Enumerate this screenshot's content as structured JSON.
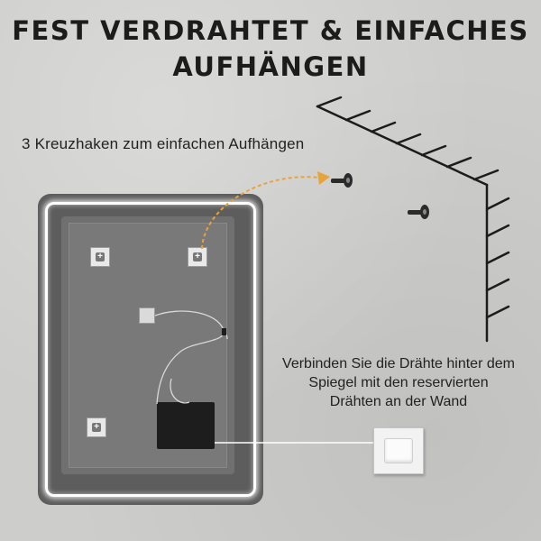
{
  "title": {
    "line1": "FEST VERDRAHTET & EINFACHES",
    "line2": "AUFHÄNGEN"
  },
  "captions": {
    "hooks": "3 Kreuzhaken zum einfachen Aufhängen",
    "wires_line1": "Verbinden Sie die Drähte hinter dem",
    "wires_line2": "Spiegel mit den reservierten",
    "wires_line3": "Drähten an der Wand"
  },
  "icons": {
    "screw": "+",
    "hooks": [
      "wall-hook-icon",
      "wall-hook-icon"
    ],
    "switch": "light-switch-icon",
    "arrow": "arrow-head-icon"
  },
  "colors": {
    "background": "#cdcdcb",
    "frame": "#5d5d5d",
    "led": "#ffffff",
    "arrow": "#e8a33a",
    "lines": "#1c1c1c"
  }
}
